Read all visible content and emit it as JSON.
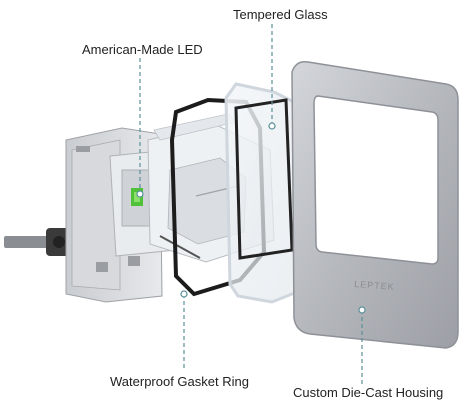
{
  "callouts": {
    "tempered_glass": "Tempered Glass",
    "american_led": "American-Made LED",
    "gasket_ring": "Waterproof Gasket Ring",
    "housing": "Custom Die-Cast Housing"
  },
  "brand_logo": "LEPTEK",
  "colors": {
    "housing_silver": "#b9bcc1",
    "housing_edge": "#8e9197",
    "gasket_black": "#1c1c1c",
    "glass_edge": "#cfd6de",
    "leader_teal": "#5a8f99",
    "led_green": "#4fc23a",
    "text": "#222222"
  }
}
